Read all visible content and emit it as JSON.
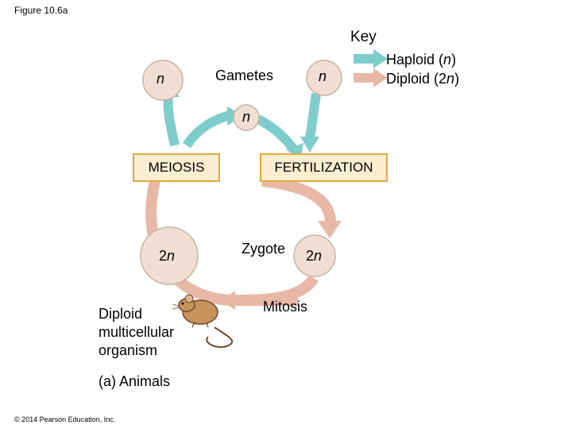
{
  "figure_label": "Figure 10.6a",
  "key": {
    "title": "Key",
    "haploid_label": "Haploid (",
    "haploid_var": "n",
    "haploid_close": ")",
    "diploid_label": "Diploid (2",
    "diploid_var": "n",
    "diploid_close": ")"
  },
  "colors": {
    "haploid": "#7fcccc",
    "diploid": "#e8b8a6",
    "box_fill": "#fbeed1",
    "box_border": "#e7a73b",
    "circle_fill": "#f1ded3",
    "circle_border": "#c9b39f"
  },
  "labels": {
    "gametes": "Gametes",
    "n_left": "n",
    "n_right": "n",
    "n_center": "n",
    "meiosis": "MEIOSIS",
    "fertilization": "FERTILIZATION",
    "two_n_left": "2",
    "two_n_left_var": "n",
    "zygote": "Zygote",
    "two_n_right": "2",
    "two_n_right_var": "n",
    "mitosis": "Mitosis",
    "organism_line1": "Diploid",
    "organism_line2": "multicellular",
    "organism_line3": "organism",
    "panel": "(a) Animals",
    "copyright": "© 2014 Pearson Education, Inc."
  },
  "icons": {
    "mouse": "mouse-icon"
  }
}
